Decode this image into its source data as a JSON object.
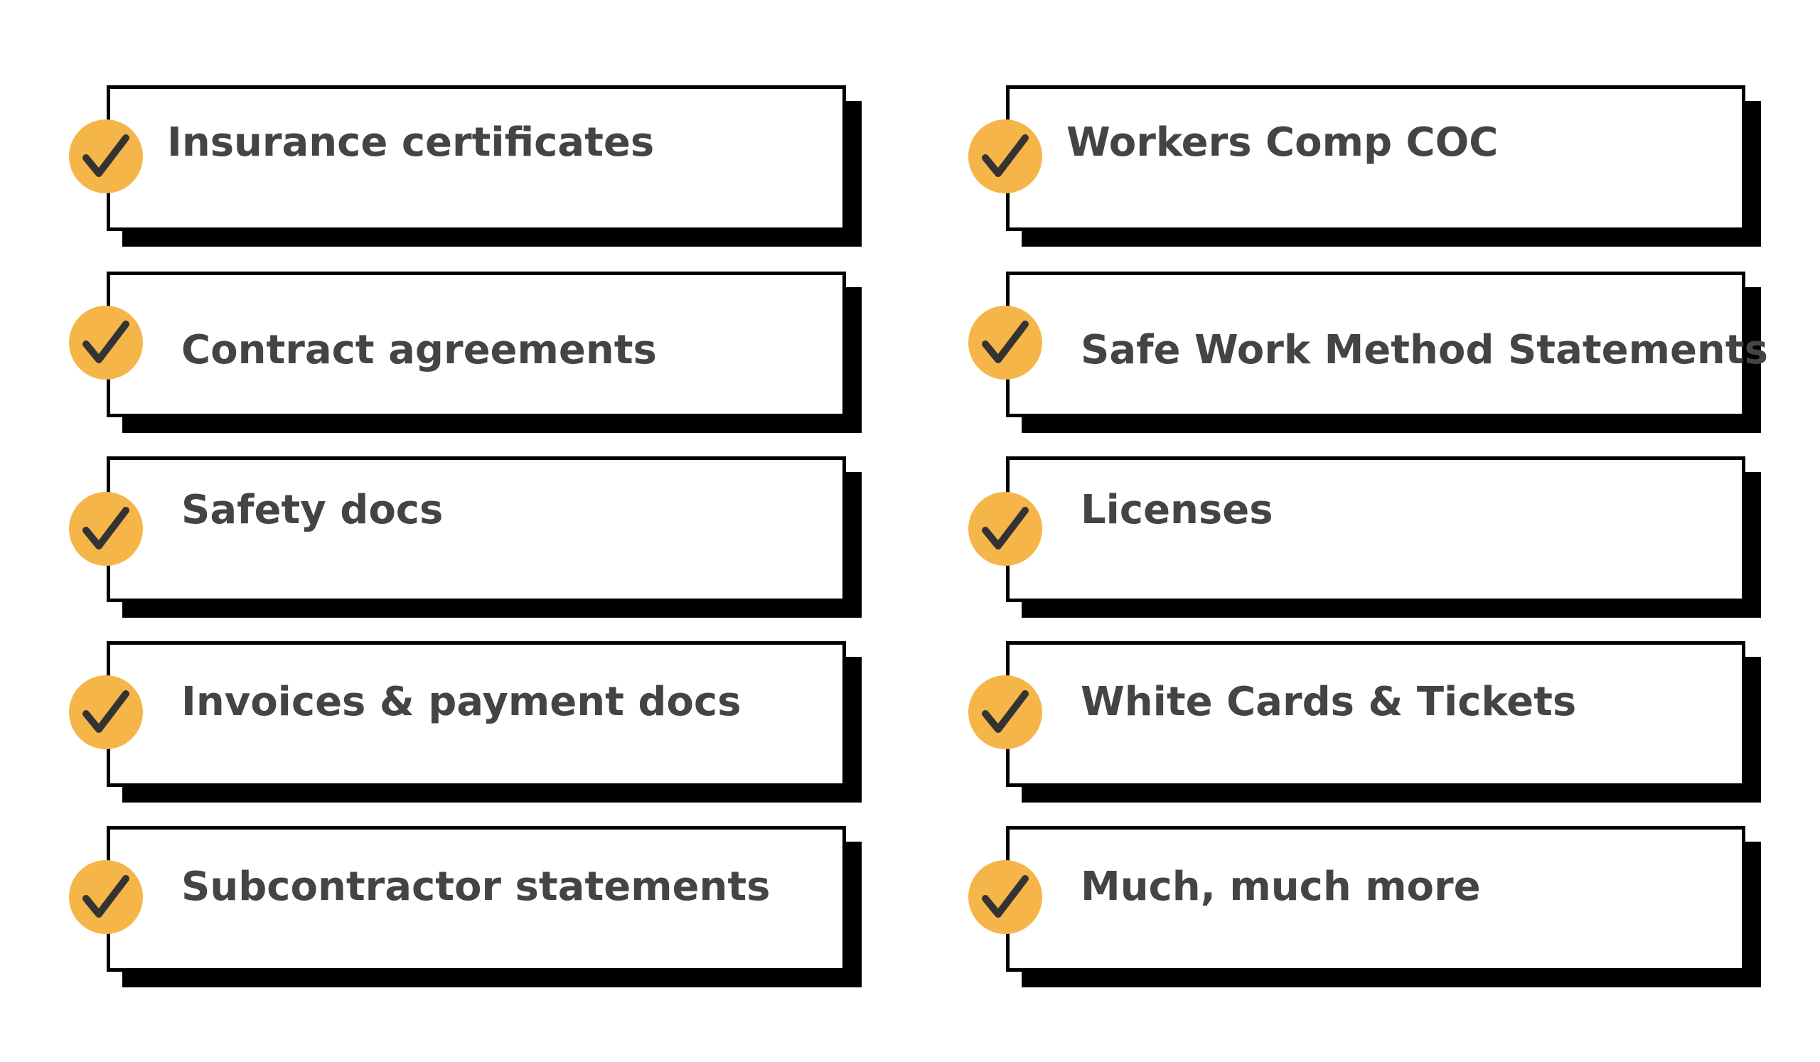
{
  "colors": {
    "badge": "#f6b549",
    "text": "#444444",
    "border": "#000000",
    "background": "#ffffff"
  },
  "icons": {
    "badge": "checkmark-icon"
  },
  "left_column": [
    {
      "label": "Insurance certificates"
    },
    {
      "label": "Contract agreements"
    },
    {
      "label": "Safety docs"
    },
    {
      "label": "Invoices & payment docs"
    },
    {
      "label": "Subcontractor statements"
    }
  ],
  "right_column": [
    {
      "label": "Workers Comp COC"
    },
    {
      "label": "Safe Work Method Statements"
    },
    {
      "label": "Licenses"
    },
    {
      "label": "White Cards & Tickets"
    },
    {
      "label": "Much, much more"
    }
  ]
}
